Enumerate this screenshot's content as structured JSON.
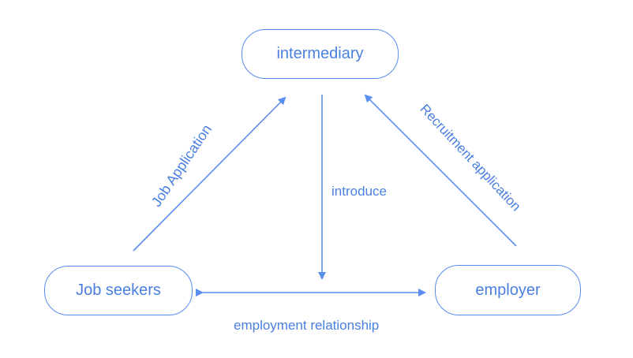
{
  "nodes": {
    "intermediary": "intermediary",
    "job_seekers": "Job seekers",
    "employer": "employer"
  },
  "edges": {
    "job_application": "Job Application",
    "recruitment_application": "Recruitment application",
    "introduce": "introduce",
    "employment_relationship": "employment relationship"
  },
  "colors": {
    "line": "#5b8def",
    "text": "#4a7fe0",
    "background": "#ffffff"
  }
}
